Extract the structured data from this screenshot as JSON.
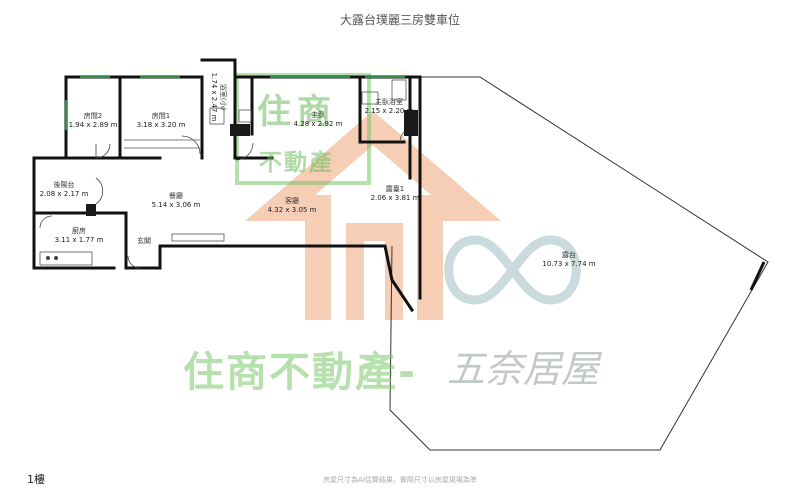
{
  "title": "大露台璞麗三房雙車位",
  "floor_label": "1樓",
  "footnote": "房屋尺寸為AI估算結果，實際尺寸以房屋現場為準",
  "watermark": {
    "brand_text": "住商不動產-",
    "script_text": "五奈居屋",
    "badge_top": "住商",
    "badge_bottom": "不動產"
  },
  "rooms": [
    {
      "name": "房間2",
      "dim": "1.94 x 2.89 m"
    },
    {
      "name": "房間1",
      "dim": "3.18 x 3.20 m"
    },
    {
      "name": "浴室(小)",
      "dim": "1.74 x 2.47 m"
    },
    {
      "name": "主臥",
      "dim": "4.28 x 2.92 m"
    },
    {
      "name": "主臥浴室",
      "dim": "2.15 x 2.20 m"
    },
    {
      "name": "後陽台",
      "dim": "2.08 x 2.17 m"
    },
    {
      "name": "餐廳",
      "dim": "5.14 x 3.06 m"
    },
    {
      "name": "客廳",
      "dim": "4.32 x 3.05 m"
    },
    {
      "name": "露臺1",
      "dim": "2.06 x 3.81 m"
    },
    {
      "name": "廚房",
      "dim": "3.11 x 1.77 m"
    },
    {
      "name": "玄關",
      "dim": ""
    },
    {
      "name": "露台",
      "dim": "10.73 x 7.74 m"
    }
  ],
  "colors": {
    "wall": "#111111",
    "watermark_green": "#6cbf5c",
    "watermark_orange": "#f0a77c",
    "watermark_teal": "#a7c3c6"
  }
}
